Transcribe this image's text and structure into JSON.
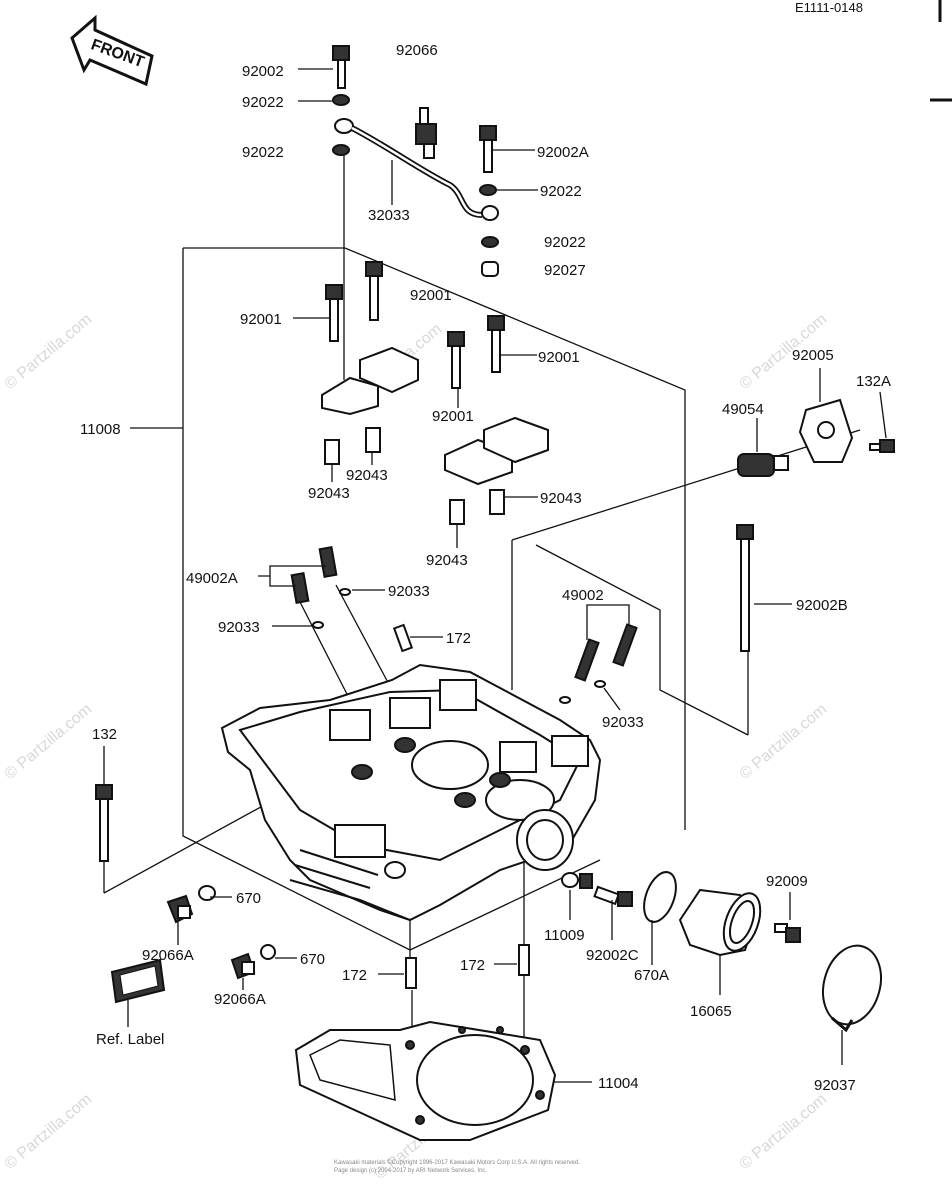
{
  "diagram_code": "E1111-0148",
  "front_label": "FRONT",
  "ref_label": "Ref. Label",
  "copyright": "Kawasaki materials ©Copyright 1996-2017 Kawasaki Motors Corp U.S.A. All rights reserved.",
  "copyright2": "Page design (c) 2004-2017 by ARI Network Services, Inc.",
  "watermark": "© Partzilla.com",
  "parts": {
    "p92002": "92002",
    "p92066": "92066",
    "p92022a": "92022",
    "p92022b": "92022",
    "p92002A": "92002A",
    "p92022c": "92022",
    "p32033": "32033",
    "p92022d": "92022",
    "p92027": "92027",
    "p92001a": "92001",
    "p92001b": "92001",
    "p92001c": "92001",
    "p92001d": "92001",
    "p92005": "92005",
    "p132A": "132A",
    "p49054": "49054",
    "p11008": "11008",
    "p92043a": "92043",
    "p92043b": "92043",
    "p92043c": "92043",
    "p92043d": "92043",
    "p49002A": "49002A",
    "p92033a": "92033",
    "p92033b": "92033",
    "p172a": "172",
    "p49002": "49002",
    "p92002B": "92002B",
    "p92033c": "92033",
    "p132": "132",
    "p670a": "670",
    "p92066A_a": "92066A",
    "p670b": "670",
    "p92066A_b": "92066A",
    "p11009": "11009",
    "p92002C": "92002C",
    "p670A": "670A",
    "p92009": "92009",
    "p172b": "172",
    "p172c": "172",
    "p16065": "16065",
    "p11004": "11004",
    "p92037": "92037"
  }
}
